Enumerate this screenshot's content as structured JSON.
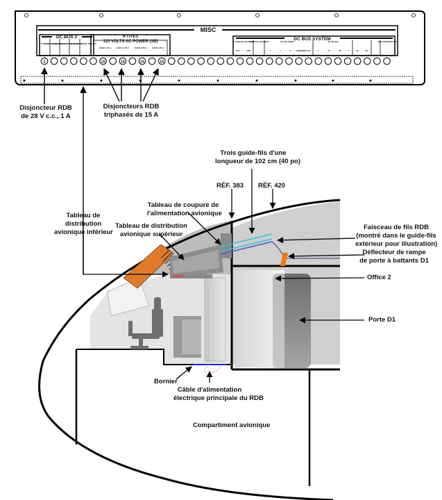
{
  "panel": {
    "title": "MISC",
    "dc_bus_2": {
      "title": "DC BUS 2",
      "cells": [
        "IFT/ VES 28V",
        "SLAT CONTROL PWR B",
        "FORWARD WARD STAB TRIM",
        "PVD VIDEO PB LTS",
        "AFS PANEL MISC LTS"
      ]
    },
    "ift_ves": {
      "title": "IFT/VES",
      "subtitle": "115 VOLTS AC POWER (3Ø)",
      "cells": [
        "RACK 1 PS 1",
        "RACK 1 PS 2",
        "RACK 2 PS 3",
        "RACK 2 PS 4"
      ]
    },
    "dc_bus_system": {
      "title": "DC BUS SYSTEM",
      "groups": [
        {
          "header": "L XSER DC BUS FEED",
          "cells": [
            "TR 1",
            "ADG"
          ]
        },
        {
          "header": "R XSER DC BUS FEED",
          "cells": [
            ""
          ]
        },
        {
          "header": "DC BUS FEEDS",
          "cells": [
            "1",
            "2",
            "3",
            "CABIN MNG SVC"
          ]
        },
        {
          "header": "DC TIE BUS",
          "cells": [
            "1",
            "2A",
            "2B",
            "T"
          ]
        },
        {
          "header": "",
          "cells": [
            "2A",
            "2B"
          ]
        },
        {
          "header": "MISC INVERTER PWR",
          "cells": [
            ""
          ]
        }
      ]
    },
    "breakers": [
      {
        "rating": "1"
      },
      {
        "rating": ""
      },
      {
        "rating": ""
      },
      {
        "rating": ""
      },
      {
        "rating": ""
      },
      {
        "rating": ""
      },
      {
        "rating": "15"
      },
      {
        "rating": ""
      },
      {
        "rating": "15"
      },
      {
        "rating": ""
      },
      {
        "rating": "15"
      },
      {
        "rating": ""
      },
      {
        "rating": "15"
      },
      {
        "rating": ""
      },
      {
        "rating": ""
      },
      {
        "rating": ""
      },
      {
        "rating": ""
      },
      {
        "rating": ""
      },
      {
        "rating": ""
      },
      {
        "rating": ""
      },
      {
        "rating": ""
      },
      {
        "rating": ""
      },
      {
        "rating": ""
      },
      {
        "rating": ""
      },
      {
        "rating": ""
      },
      {
        "rating": ""
      },
      {
        "rating": ""
      },
      {
        "rating": ""
      },
      {
        "rating": ""
      },
      {
        "rating": ""
      },
      {
        "rating": ""
      },
      {
        "rating": ""
      },
      {
        "rating": ""
      },
      {
        "rating": ""
      },
      {
        "rating": ""
      },
      {
        "rating": ""
      }
    ]
  },
  "labels": {
    "breaker_28v": [
      "Disjoncteur RDB",
      "de 28 V c.c., 1 A"
    ],
    "breaker_3ph": [
      "Disjoncteurs RDB",
      "triphasés de 15 A"
    ],
    "guides": [
      "Trois guide-fils d'une",
      "longueur de 102 cm (40 po)"
    ],
    "ref383": "RÉF. 383",
    "ref420": "RÉF. 420",
    "cutoff_panel": [
      "Tableau de coupure de",
      "l'alimentation avionique"
    ],
    "lower_panel": [
      "Tableau de",
      "distribution",
      "avionique inférieur"
    ],
    "upper_panel": [
      "Tableau de distribution",
      "avionique supérieur"
    ],
    "harness": [
      "Faisceau de fils RDB",
      "(montré dans le guide-fils",
      "extérieur pour illustration)"
    ],
    "deflector": [
      "Déflecteur de rampe",
      "de porte à battants D1"
    ],
    "office": "Office 2",
    "door": "Porte D1",
    "terminal": "Bornier",
    "main_cable": [
      "Câble d'alimentation",
      "électrique principale du RDB"
    ],
    "compartment": "Compartiment avionique"
  },
  "colors": {
    "orange_panel": "#e07a2a",
    "cyan_guides": "#35c4cc",
    "harness_purple": "#6a4a8a",
    "terminal_blue": "#1a2adb",
    "deflector_orange": "#f07a10"
  }
}
